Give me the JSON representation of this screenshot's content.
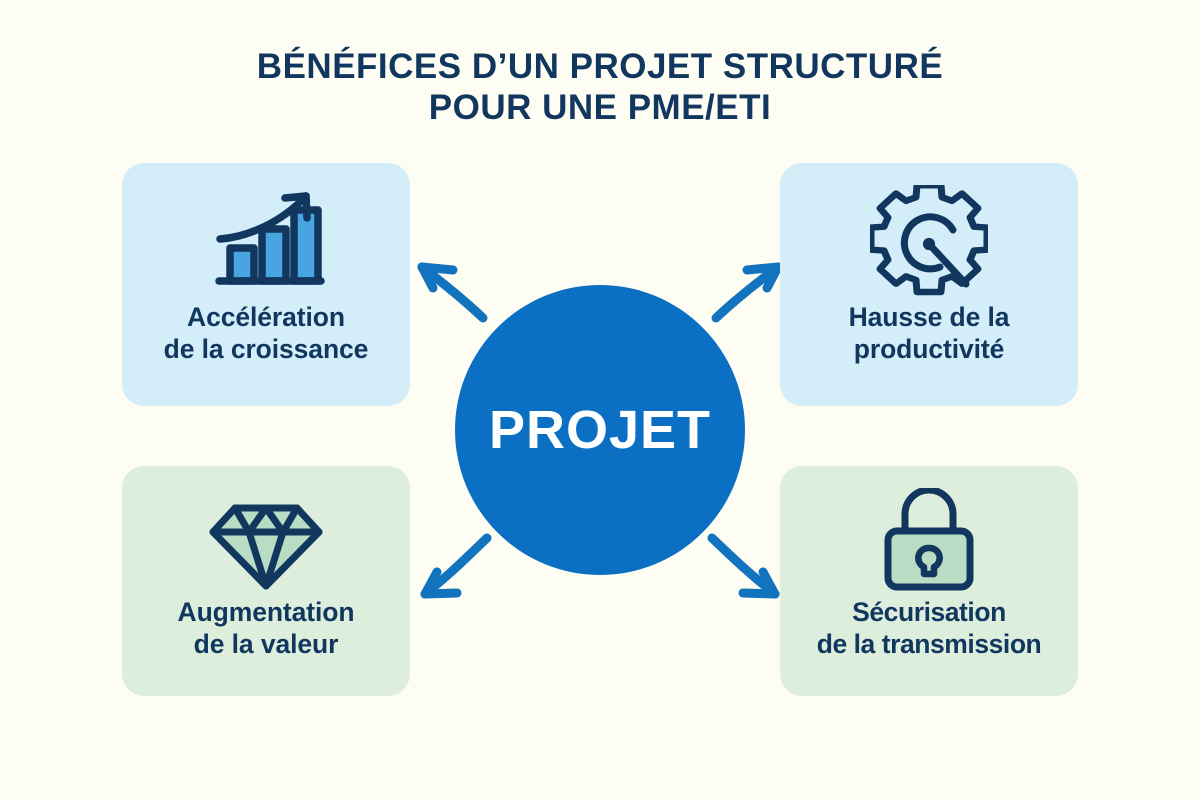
{
  "page": {
    "background_color": "#FDFDF3",
    "accent_blue": "#0B70C4",
    "navy": "#11375F",
    "card_blue": "#D3EDF9",
    "card_green": "#DEEEDC"
  },
  "title": {
    "line1": "BÉNÉFICES D’UN PROJET STRUCTURÉ",
    "line2": "POUR UNE PME/ETI"
  },
  "center": {
    "label": "PROJET"
  },
  "cards": [
    {
      "id": "acceleration-croissance",
      "label": "Accélération\nde la croissance",
      "icon": "growth-bar-chart-icon",
      "color": "#D3EDF9",
      "position": "top-left"
    },
    {
      "id": "hausse-productivite",
      "label": "Hausse de la\nproductivité",
      "icon": "gear-gauge-icon",
      "color": "#D3EDF9",
      "position": "top-right"
    },
    {
      "id": "augmentation-valeur",
      "label": "Augmentation\nde la valeur",
      "icon": "diamond-icon",
      "color": "#DEEEDC",
      "position": "bottom-left"
    },
    {
      "id": "securisation-transmission",
      "label": "Sécurisation\nde la transmission",
      "icon": "lock-icon",
      "color": "#DEEEDC",
      "position": "bottom-right"
    }
  ],
  "connectors": [
    {
      "id": "arrow-to-top-left",
      "direction": "up-left"
    },
    {
      "id": "arrow-to-top-right",
      "direction": "up-right"
    },
    {
      "id": "arrow-to-bottom-left",
      "direction": "down-left"
    },
    {
      "id": "arrow-to-bottom-right",
      "direction": "down-right"
    }
  ]
}
